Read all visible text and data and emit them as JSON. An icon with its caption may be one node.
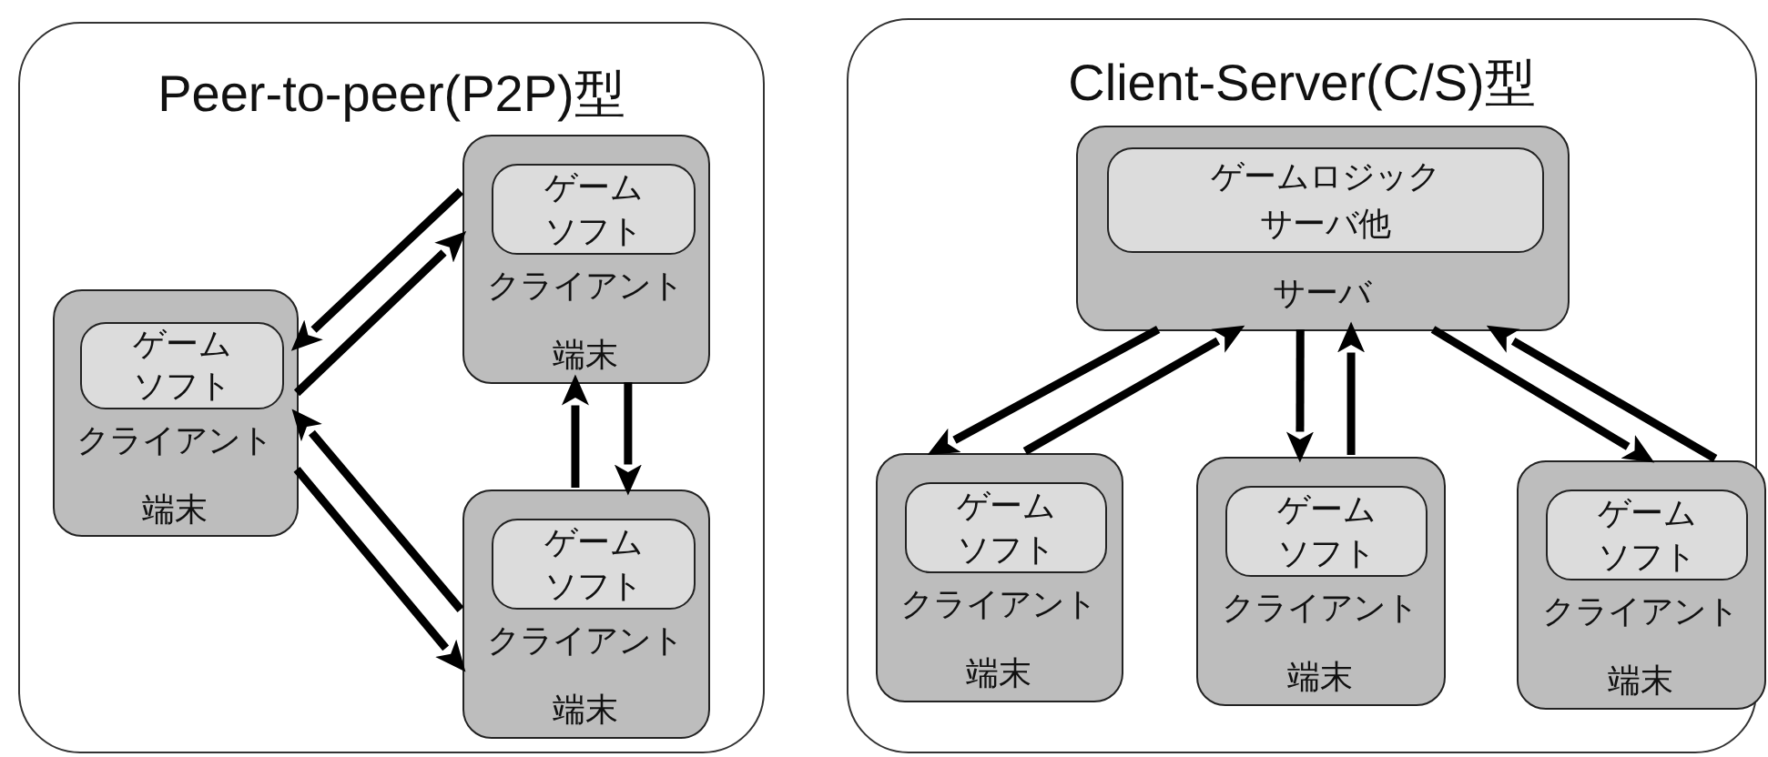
{
  "diagram": {
    "nodes": [
      {
        "text": [
          "Peer-to-peer(P2P)型"
        ]
      },
      {
        "text": [
          "クライアント端末"
        ],
        "in": 0
      },
      {
        "text": [
          "ゲームソフト"
        ],
        "in": 1
      },
      {
        "text": [
          "クライアント端末"
        ],
        "in": 0
      },
      {
        "text": [
          "ゲームソフト"
        ],
        "in": 3
      },
      {
        "text": [
          "クライアント端末"
        ],
        "in": 0
      },
      {
        "text": [
          "ゲームソフト"
        ],
        "in": 5
      },
      {
        "text": [
          "Client-Server(C/S)型"
        ]
      },
      {
        "text": [
          "サーバ"
        ],
        "in": 7
      },
      {
        "text": [
          "ゲームロジックサーバ他"
        ],
        "in": 8
      },
      {
        "text": [
          "クライアント端末"
        ],
        "in": 7
      },
      {
        "text": [
          "ゲームソフト"
        ],
        "in": 10
      },
      {
        "text": [
          "クライアント端末"
        ],
        "in": 7
      },
      {
        "text": [
          "ゲームソフト"
        ],
        "in": 12
      },
      {
        "text": [
          "クライアント端末"
        ],
        "in": 7
      },
      {
        "text": [
          "ゲームソフト"
        ],
        "in": 14
      }
    ],
    "edges": [
      {
        "from": 3,
        "to": 1,
        "arrow": "to"
      },
      {
        "from": 1,
        "to": 3,
        "arrow": "to"
      },
      {
        "from": 5,
        "to": 1,
        "arrow": "to"
      },
      {
        "from": 1,
        "to": 5,
        "arrow": "to"
      },
      {
        "from": 5,
        "to": 3,
        "arrow": "to"
      },
      {
        "from": 3,
        "to": 5,
        "arrow": "to"
      },
      {
        "from": 8,
        "to": 10,
        "arrow": "to"
      },
      {
        "from": 10,
        "to": 8,
        "arrow": "to"
      },
      {
        "from": 8,
        "to": 12,
        "arrow": "to"
      },
      {
        "from": 12,
        "to": 8,
        "arrow": "to"
      },
      {
        "from": 8,
        "to": 14,
        "arrow": "to"
      },
      {
        "from": 14,
        "to": 8,
        "arrow": "to"
      }
    ]
  }
}
